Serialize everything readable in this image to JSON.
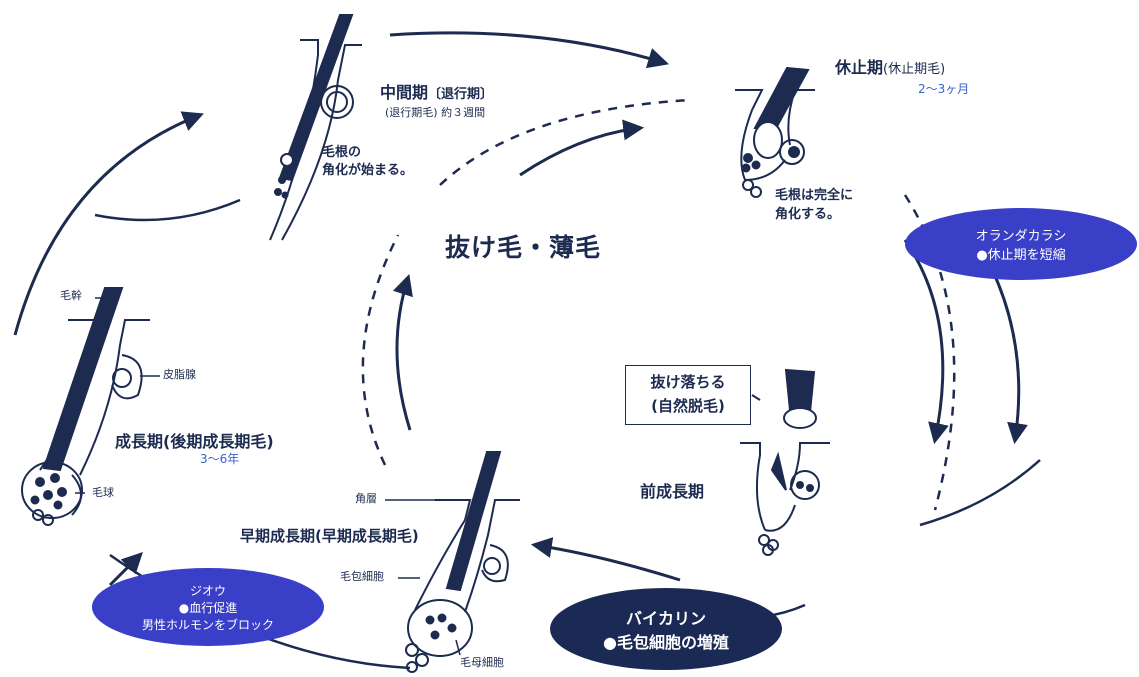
{
  "center_title": "抜け毛・薄毛",
  "stages": {
    "catagen": {
      "name": "中間期",
      "bracket": "〔退行期〕",
      "sub": "(退行期毛) 約３週間",
      "note_line1": "毛根の",
      "note_line2": "角化が始まる。"
    },
    "telogen": {
      "name": "休止期",
      "bracket": "(休止期毛)",
      "duration": "2〜3ヶ月",
      "note_line1": "毛根は完全に",
      "note_line2": "角化する。"
    },
    "anagen": {
      "name": "成長期",
      "bracket": "(後期成長期毛)",
      "duration": "3〜6年"
    },
    "early_anagen": {
      "name": "早期成長期",
      "bracket": "(早期成長期毛)"
    },
    "proanagen": {
      "name": "前成長期"
    }
  },
  "parts": {
    "shaft": "毛幹",
    "sebaceous": "皮脂腺",
    "bulb": "毛球",
    "stratum": "角層",
    "follicle_cell": "毛包細胞",
    "matrix_cell": "毛母細胞"
  },
  "shedding_box": {
    "line1": "抜け落ちる",
    "line2": "(自然脱毛)"
  },
  "ellipses": {
    "oranda": {
      "title": "オランダカラシ",
      "line1": "●休止期を短縮",
      "color": "#3a3fc7"
    },
    "jiou": {
      "title": "ジオウ",
      "line1": "●血行促進",
      "line2": "男性ホルモンをブロック",
      "color": "#3a3fc7"
    },
    "baikalin": {
      "title": "バイカリン",
      "line1": "●毛包細胞の増殖",
      "color": "#1a2a55"
    }
  },
  "colors": {
    "navy": "#1c2b4f",
    "accent": "#3a63c8"
  }
}
